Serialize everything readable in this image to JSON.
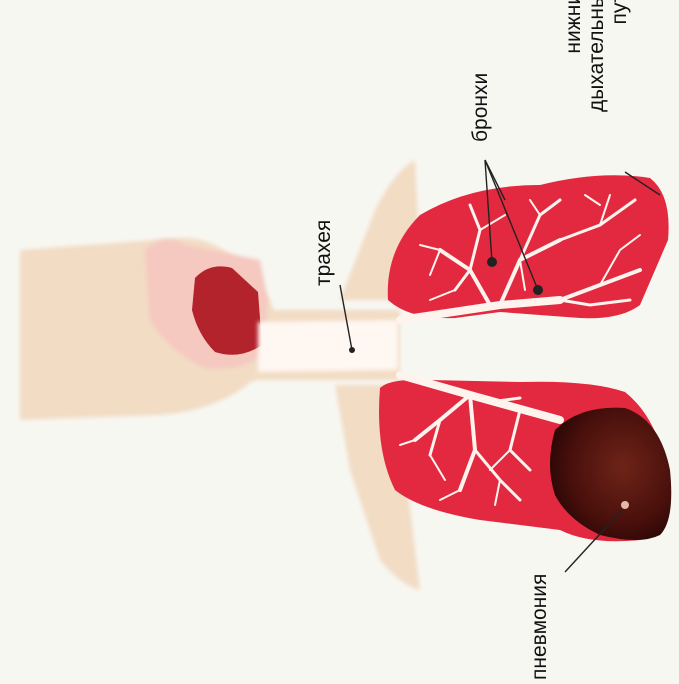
{
  "labels": {
    "trachea": "трахея",
    "bronchi": "бронхи",
    "lower_airways": [
      "нижние",
      "дыхательные",
      "пути"
    ],
    "pneumonia": "пневмония"
  },
  "colors": {
    "background": "#f7f7f2",
    "body": "#f2dcc4",
    "lung": "#e3293f",
    "airway": "#fff3ee",
    "pneumonia": "#5a1510",
    "mouth": "#b2232c"
  }
}
